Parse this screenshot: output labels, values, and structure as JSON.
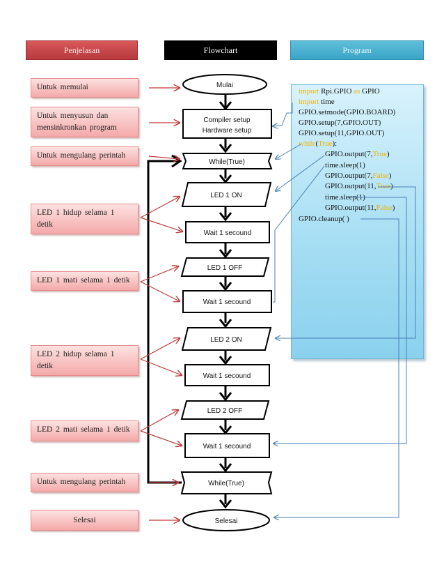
{
  "headers": {
    "explanation": "Penjelasan",
    "flowchart": "Flowchart",
    "program": "Program"
  },
  "notes": [
    "Untuk memulai",
    "Untuk menyusun dan mensinkronkan program",
    "Untuk mengulang perintah",
    "LED 1 hidup selama 1 detik",
    "LED 1 mati selama 1 detik",
    "LED 2 hidup selama 1 detik",
    "LED 2 mati selama 1 detik",
    "Untuk mengulang perintah",
    "Selesai"
  ],
  "flow": {
    "start": "Mulai",
    "setup_1": "Compiler setup",
    "setup_2": "Hardware setup",
    "while_1": "While(True)",
    "led1_on": "LED 1 ON",
    "wait_1": "Wait 1 secound",
    "led1_off": "LED 1 OFF",
    "wait_2": "Wait 1 secound",
    "led2_on": "LED 2 ON",
    "wait_3": "Wait 1 secound",
    "led2_off": "LED 2 OFF",
    "wait_4": "Wait 1 secound",
    "while_2": "While(True)",
    "end": "Selesai"
  },
  "code": {
    "l1_kw": "import",
    "l1_rest": " Rpi.GPIO ",
    "l1_kw2": "as",
    "l1_rest2": " GPIO",
    "l2_kw": "import",
    "l2_rest": " time",
    "l3": "GPIO.setmode(GPIO.BOARD)",
    "l4": "GPIO.setup(7,GPIO.OUT)",
    "l5": "GPIO.setup(11,GPIO.OUT)",
    "l6_kw": "while",
    "l6_a": "(",
    "l6_kw2": "True",
    "l6_b": "):",
    "l7_a": "GPIO.output(7,",
    "l7_kw": "True",
    "l7_b": ")",
    "l8": "time.sleep(1)",
    "l9_a": "GPIO.output(7,",
    "l9_kw": "False",
    "l9_b": ")",
    "l10_a": "GPIO.output(11,",
    "l10_kw": "True",
    "l10_b": ")",
    "l11": "time.sleep(1)",
    "l12_a": "GPIO.output(11,",
    "l12_kw": "False",
    "l12_b": ")",
    "l13": "GPIO.cleanup( )"
  },
  "colors": {
    "red_arrow": "#c0393b",
    "blue_arrow": "#4a7fb5",
    "keyword": "#f2b300"
  }
}
